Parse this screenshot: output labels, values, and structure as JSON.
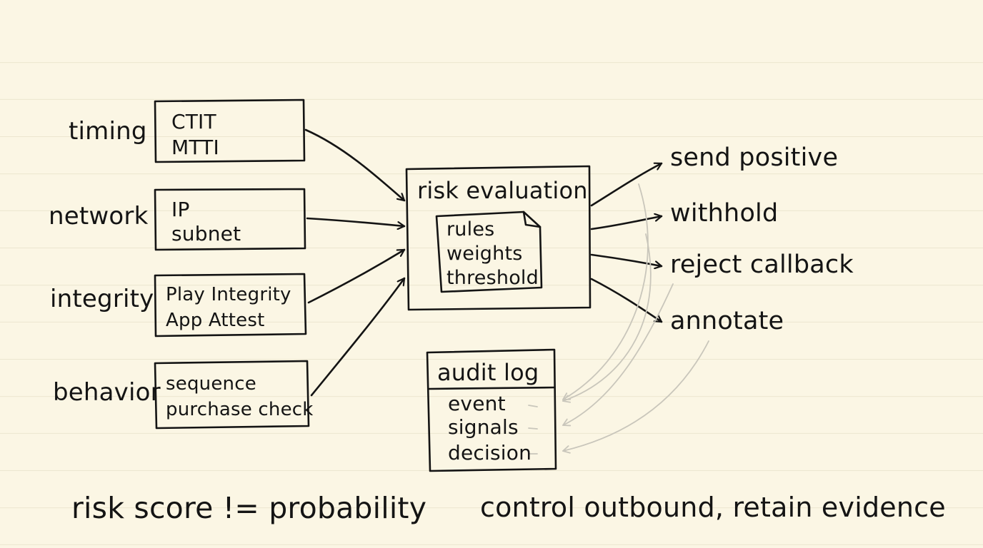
{
  "colors": {
    "paper": "#fbf6e4",
    "ink": "#141414",
    "rule_line": "#ece6cf",
    "faint_arrow": "#c9c6bb"
  },
  "inputs": [
    {
      "category": "timing",
      "lines": [
        "CTIT",
        "MTTI"
      ]
    },
    {
      "category": "network",
      "lines": [
        "IP",
        "subnet"
      ]
    },
    {
      "category": "integrity",
      "lines": [
        "Play Integrity",
        "App Attest"
      ]
    },
    {
      "category": "behavior",
      "lines": [
        "sequence",
        "purchase check"
      ]
    }
  ],
  "risk_evaluation": {
    "title": "risk evaluation",
    "note_lines": [
      "rules",
      "weights",
      "threshold"
    ]
  },
  "outputs": [
    "send positive",
    "withhold",
    "reject callback",
    "annotate"
  ],
  "audit_log": {
    "title": "audit log",
    "fields": [
      "event",
      "signals",
      "decision"
    ]
  },
  "footer": {
    "left": "risk score != probability",
    "right": "control outbound, retain evidence"
  }
}
